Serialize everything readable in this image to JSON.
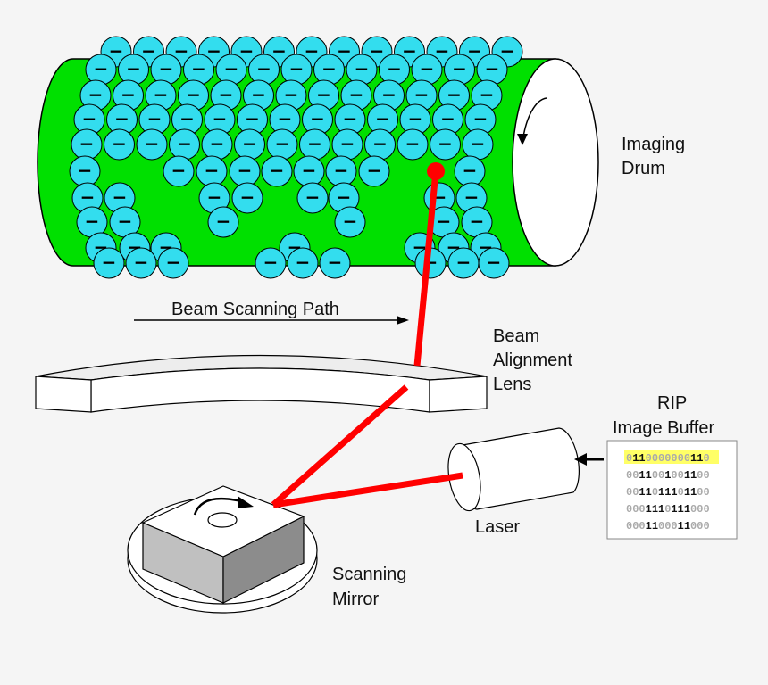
{
  "labels": {
    "imaging_drum": [
      "Imaging",
      "Drum"
    ],
    "beam_scanning_path": "Beam Scanning Path",
    "beam_alignment_lens": [
      "Beam",
      "Alignment",
      "Lens"
    ],
    "rip_image_buffer": [
      "RIP",
      "Image Buffer"
    ],
    "laser": "Laser",
    "scanning_mirror": [
      "Scanning",
      "Mirror"
    ]
  },
  "charge_symbol": "−",
  "image_buffer_rows": [
    "0110000000110",
    "0011001001100",
    "0011011101100",
    "0001110111000",
    "0001100011000"
  ],
  "colors": {
    "drum": "#00e000",
    "toner": "#33ddee",
    "laser_beam": "#ff0000",
    "buffer_highlight": "#ffff66",
    "bit_one": "#111111",
    "bit_zero": "#aaaaaa"
  }
}
